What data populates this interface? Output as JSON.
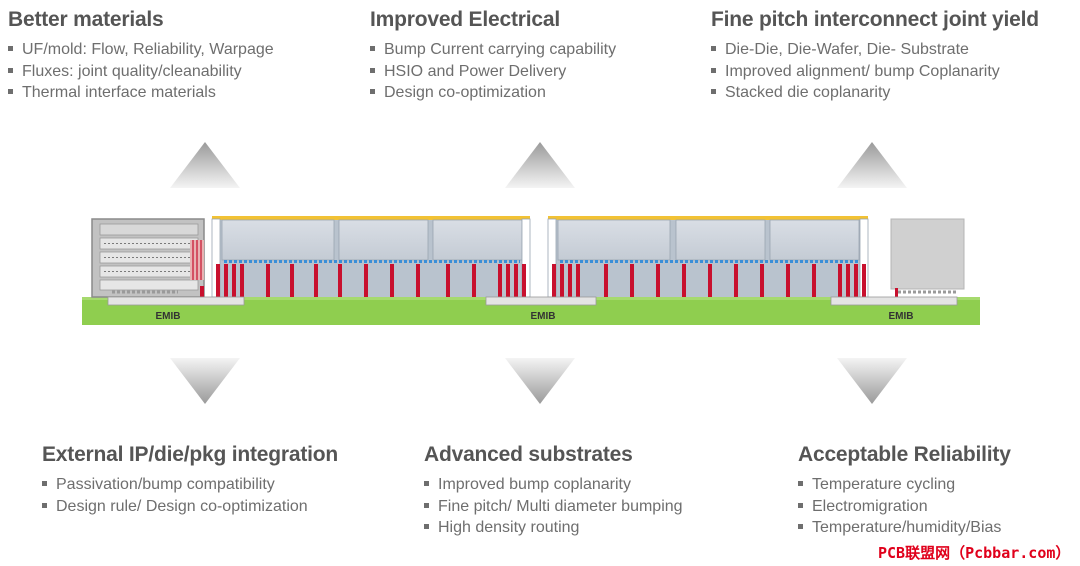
{
  "top_blocks": [
    {
      "title": "Better materials",
      "items": [
        "UF/mold: Flow, Reliability, Warpage",
        "Fluxes: joint quality/cleanability",
        "Thermal interface materials"
      ]
    },
    {
      "title": "Improved Electrical",
      "items": [
        "Bump Current carrying capability",
        "HSIO and Power Delivery",
        "Design co-optimization"
      ]
    },
    {
      "title": "Fine pitch interconnect joint yield",
      "items": [
        "Die-Die, Die-Wafer, Die- Substrate",
        "Improved alignment/ bump Coplanarity",
        "Stacked die coplanarity"
      ]
    }
  ],
  "bottom_blocks": [
    {
      "title": "External IP/die/pkg integration",
      "items": [
        "Passivation/bump compatibility",
        "Design rule/ Design co-optimization"
      ]
    },
    {
      "title": "Advanced substrates",
      "items": [
        "Improved bump coplanarity",
        "Fine pitch/ Multi diameter bumping",
        "High density routing"
      ]
    },
    {
      "title": "Acceptable Reliability",
      "items": [
        "Temperature cycling",
        "Electromigration",
        "Temperature/humidity/Bias"
      ]
    }
  ],
  "emib_labels": [
    "EMIB",
    "EMIB",
    "EMIB"
  ],
  "watermark": "PCB联盟网（Pcbbar.com）",
  "colors": {
    "substrate": "#8fce4f",
    "bump": "#c8102e",
    "gold": "#f2c234",
    "die": "#cfd6df",
    "arrow": "#a8a8a8",
    "heading": "#555555",
    "text": "#6e6e6e"
  }
}
